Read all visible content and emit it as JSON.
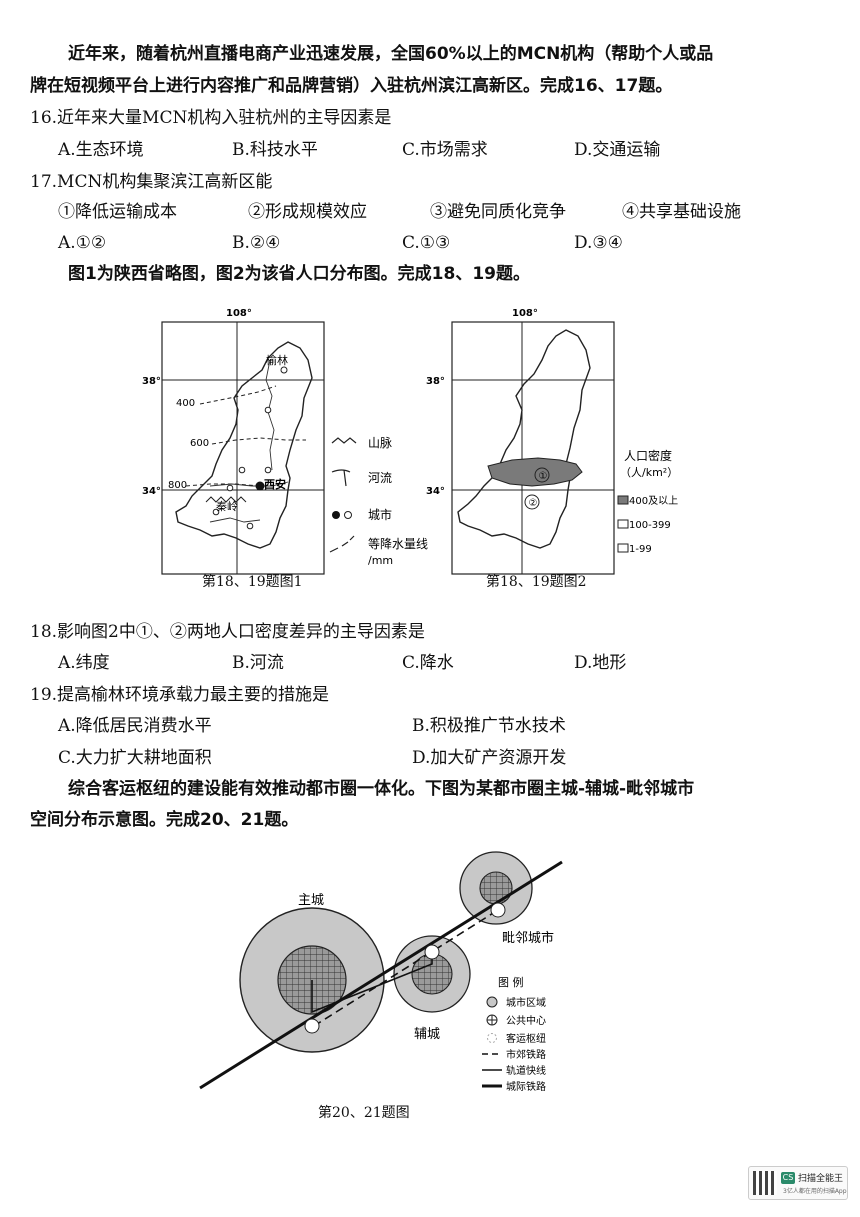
{
  "intro1": {
    "line1": "近年来，随着杭州直播电商产业迅速发展，全国60%以上的MCN机构（帮助个人或品",
    "line2": "牌在短视频平台上进行内容推广和品牌营销）入驻杭州滨江高新区。完成16、17题。"
  },
  "q16": {
    "stem": "16.近年来大量MCN机构入驻杭州的主导因素是",
    "options": [
      "A.生态环境",
      "B.科技水平",
      "C.市场需求",
      "D.交通运输"
    ]
  },
  "q17": {
    "stem": "17.MCN机构集聚滨江高新区能",
    "items": [
      "①降低运输成本",
      "②形成规模效应",
      "③避免同质化竞争",
      "④共享基础设施"
    ],
    "options": [
      "A.①②",
      "B.②④",
      "C.①③",
      "D.③④"
    ]
  },
  "intro2": "图1为陕西省略图，图2为该省人口分布图。完成18、19题。",
  "map1": {
    "lon_label": "108°",
    "lat_top": "38°",
    "lat_bottom": "34°",
    "isohyets": [
      "400",
      "600",
      "800"
    ],
    "city_yulin": "榆林",
    "city_xian": "西安",
    "mountain": "秦岭",
    "legend": {
      "mountain": "山脉",
      "river": "河流",
      "city": "城市",
      "isohyet_line1": "等降水量线",
      "isohyet_line2": "/mm"
    },
    "caption": "第18、19题图1"
  },
  "map2": {
    "lon_label": "108°",
    "lat_top": "38°",
    "lat_bottom": "34°",
    "area1": "①",
    "area2": "②",
    "legend_title1": "人口密度",
    "legend_title2": "（人/km²）",
    "legend": [
      "400及以上",
      "100-399",
      "1-99"
    ],
    "caption": "第18、19题图2"
  },
  "q18": {
    "stem": "18.影响图2中①、②两地人口密度差异的主导因素是",
    "options": [
      "A.纬度",
      "B.河流",
      "C.降水",
      "D.地形"
    ]
  },
  "q19": {
    "stem": "19.提高榆林环境承载力最主要的措施是",
    "options": [
      "A.降低居民消费水平",
      "B.积极推广节水技术",
      "C.大力扩大耕地面积",
      "D.加大矿产资源开发"
    ]
  },
  "intro3": {
    "line1": "综合客运枢纽的建设能有效推动都市圈一体化。下图为某都市圈主城-辅城-毗邻城市",
    "line2": "空间分布示意图。完成20、21题。"
  },
  "diagram": {
    "main_city": "主城",
    "aux_city": "辅城",
    "neighbor_city": "毗邻城市",
    "legend_title": "图  例",
    "legend": [
      "城市区域",
      "公共中心",
      "客运枢纽",
      "市郊铁路",
      "轨道快线",
      "城际铁路"
    ],
    "caption": "第20、21题图"
  },
  "scanner": {
    "badge": "CS",
    "name": "扫描全能王",
    "sub": "3亿人都在用的扫描App"
  },
  "colors": {
    "dense": "#7a7a7a",
    "region": "#c8c8c8",
    "region_inner": "#9a9a9a"
  }
}
